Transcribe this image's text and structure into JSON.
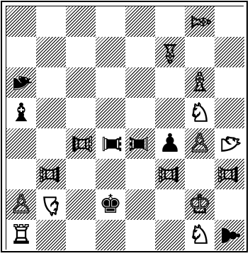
{
  "board": {
    "files": 8,
    "ranks": 8,
    "flip": false
  },
  "pieces": [
    {
      "square": "g8",
      "color": "white",
      "type": "bishop",
      "rotation": 90
    },
    {
      "square": "f7",
      "color": "white",
      "type": "bishop",
      "rotation": 180
    },
    {
      "square": "a6",
      "color": "black",
      "type": "knight",
      "rotation": 90
    },
    {
      "square": "g6",
      "color": "white",
      "type": "bishop",
      "rotation": 0
    },
    {
      "square": "a5",
      "color": "black",
      "type": "bishop",
      "rotation": 0
    },
    {
      "square": "g5",
      "color": "white",
      "type": "knight",
      "rotation": 0
    },
    {
      "square": "c4",
      "color": "white",
      "type": "rook",
      "rotation": 90
    },
    {
      "square": "d4",
      "color": "black",
      "type": "rook",
      "rotation": 90
    },
    {
      "square": "e4",
      "color": "black",
      "type": "rook",
      "rotation": 270
    },
    {
      "square": "f4",
      "color": "black",
      "type": "pawn",
      "rotation": 0
    },
    {
      "square": "g4",
      "color": "white",
      "type": "pawn",
      "rotation": 0
    },
    {
      "square": "h4",
      "color": "white",
      "type": "knight",
      "rotation": 90
    },
    {
      "square": "b3",
      "color": "white",
      "type": "rook",
      "rotation": 270
    },
    {
      "square": "f3",
      "color": "white",
      "type": "rook",
      "rotation": 270
    },
    {
      "square": "h3",
      "color": "white",
      "type": "rook",
      "rotation": 270
    },
    {
      "square": "a2",
      "color": "white",
      "type": "pawn",
      "rotation": 0
    },
    {
      "square": "b2",
      "color": "white",
      "type": "knight",
      "rotation": 180
    },
    {
      "square": "d2",
      "color": "black",
      "type": "king",
      "rotation": 0
    },
    {
      "square": "g2",
      "color": "white",
      "type": "king",
      "rotation": 0
    },
    {
      "square": "a1",
      "color": "white",
      "type": "rook",
      "rotation": 0
    },
    {
      "square": "g1",
      "color": "white",
      "type": "knight",
      "rotation": 0
    },
    {
      "square": "h1",
      "color": "black",
      "type": "pawn",
      "rotation": 90
    }
  ]
}
